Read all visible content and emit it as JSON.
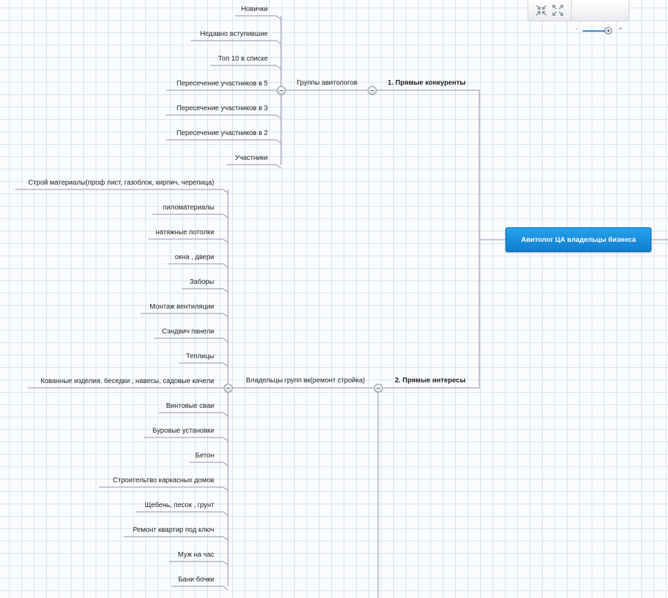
{
  "root": {
    "label": "Авитолог ЦА владельцы бизнеса"
  },
  "branches": [
    {
      "label": "1. Прямые конкуренты",
      "subgroups": [
        {
          "label": "Группы авитологов",
          "items": [
            "Новички",
            "Недавно вступившие",
            "Топ 10 в списке",
            "Пересечение участников в 5",
            "Пересечение участников в 3",
            "Пересечение участников в 2",
            "Участники"
          ]
        }
      ]
    },
    {
      "label": "2. Прямые интересы",
      "subgroups": [
        {
          "label": "Владельцы групп вк(ремонт стройка)",
          "items": [
            "Строй материалы(проф лист, газоблок, кирпич, черепица)",
            "пиломатериалы",
            "натяжные потолки",
            "окна , двери",
            "Заборы",
            "Монтаж вентиляции",
            "Сэндвич панели",
            "Теплицы",
            "Кованные изделия, беседки , навесы, садовые качели",
            "Винтовые сваи",
            "Буровые установки",
            "Бетон",
            "Строительтво каркасных домов",
            "Щебень, песок , грунт",
            "Ремонт квартир под ключ",
            "Муж на час",
            "Бани бочки"
          ]
        }
      ]
    }
  ],
  "toolbar": {
    "collapse_icon": "collapse-arrows-icon",
    "expand_icon": "expand-arrows-icon"
  },
  "zoom": {
    "minus": "-",
    "plus": "+",
    "level": 0.9
  },
  "colors": {
    "connector": "#a79fbf",
    "root_fill": "#1a8fe0",
    "grid": "#d6e3f0"
  }
}
